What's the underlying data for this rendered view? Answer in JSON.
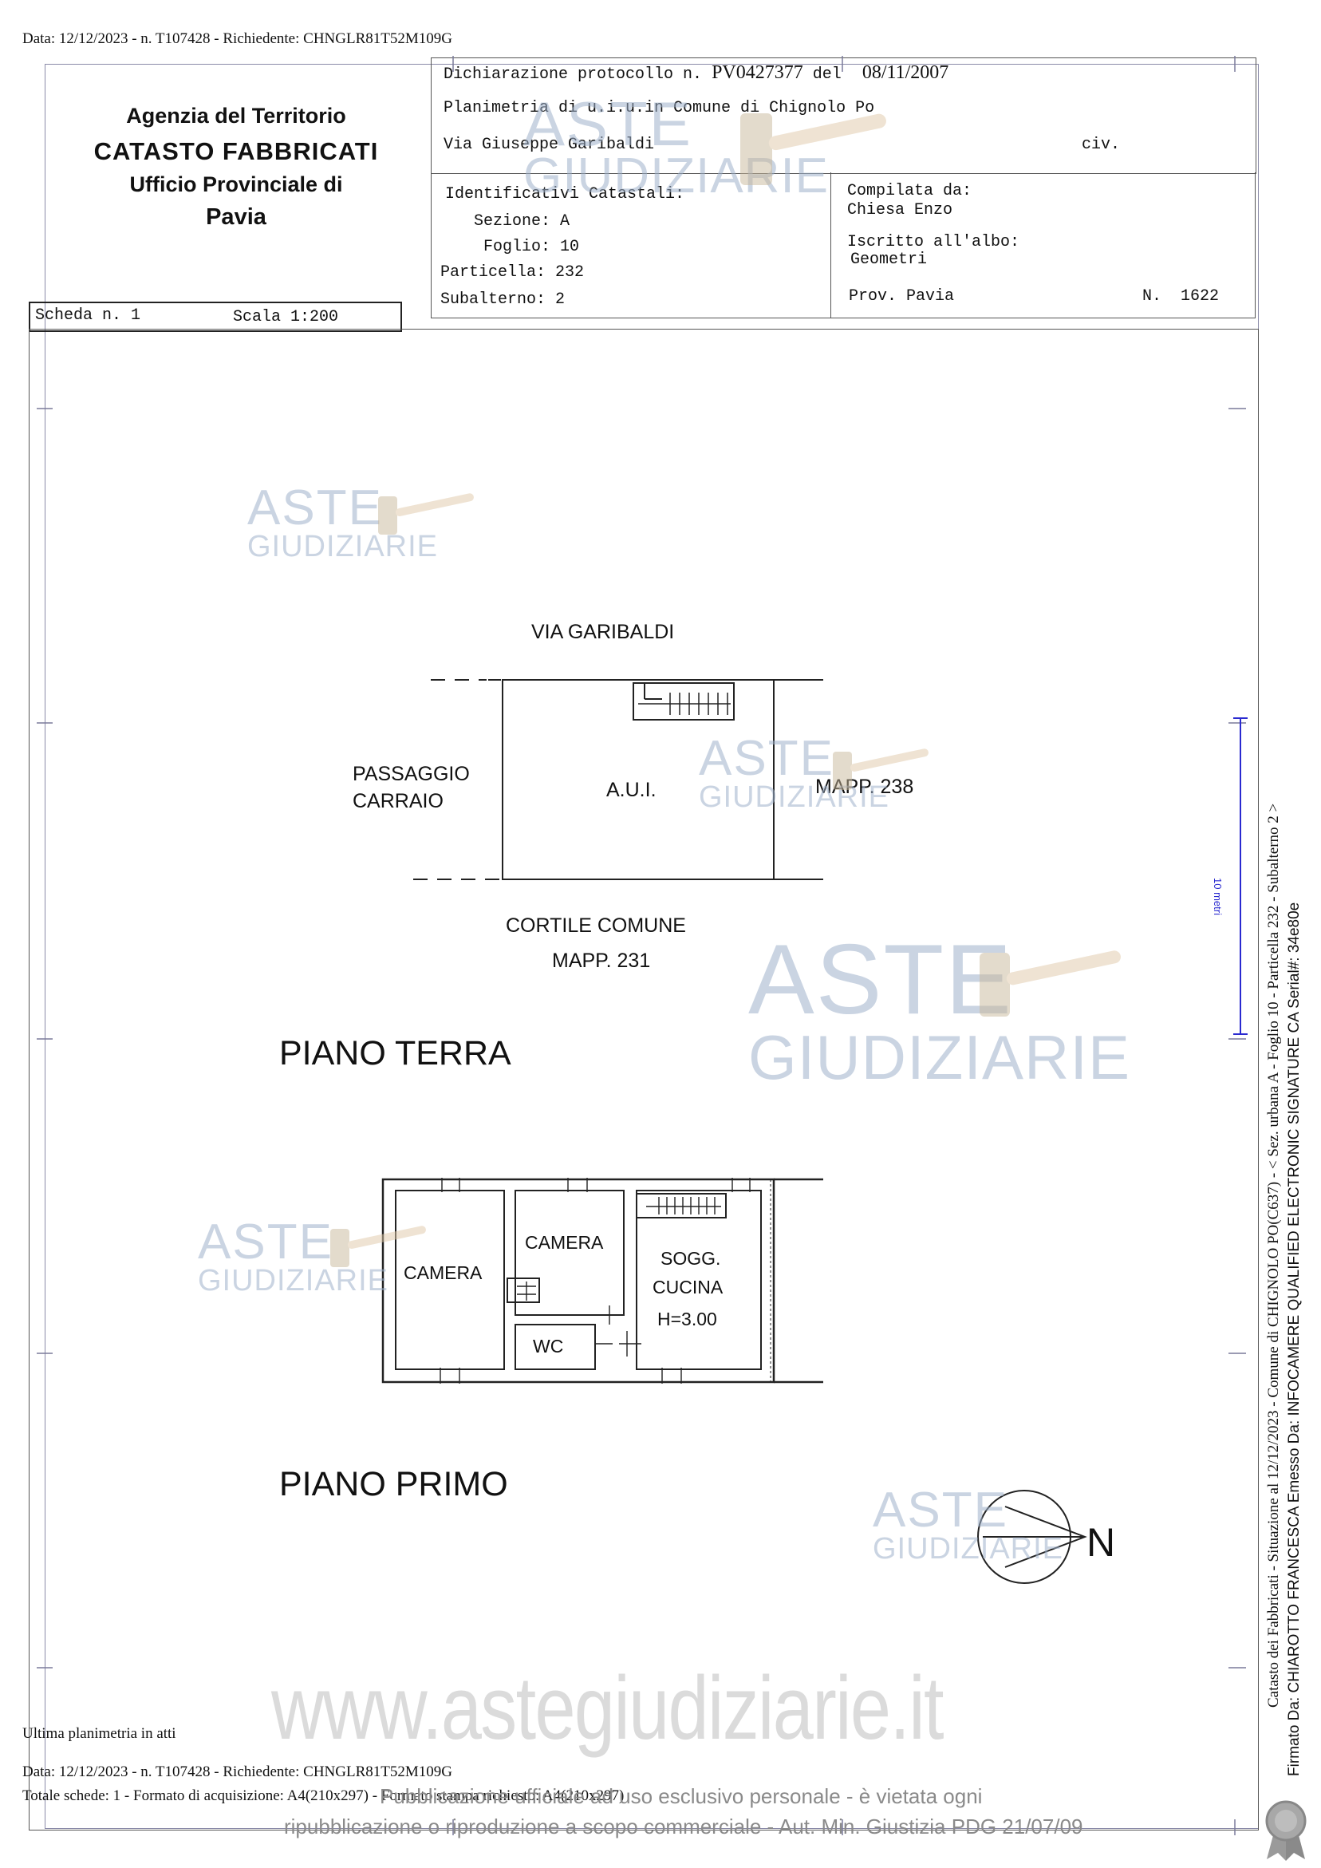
{
  "top_line": "Data: 12/12/2023 - n. T107428 - Richiedente: CHNGLR81T52M109G",
  "agency": {
    "line1": "Agenzia del Territorio",
    "line2": "CATASTO FABBRICATI",
    "line3": "Ufficio Provinciale di",
    "line4": "Pavia"
  },
  "declaration": {
    "label": "Dichiarazione protocollo n.",
    "number": "PV0427377",
    "del_label": "del",
    "date": "08/11/2007",
    "plan_line": "Planimetria di u.i.u.in Comune di Chignolo Po",
    "address": "Via Giuseppe Garibaldi",
    "civ": "civ."
  },
  "identifiers": {
    "title": "Identificativi Catastali:",
    "sezione": "Sezione: A",
    "foglio": "Foglio: 10",
    "particella": "Particella: 232",
    "subalterno": "Subalterno: 2"
  },
  "compiler": {
    "label": "Compilata da:",
    "name": "Chiesa Enzo",
    "albo_label": "Iscritto all'albo:",
    "albo": "Geometri",
    "prov": "Prov. Pavia",
    "n": "N.  1622"
  },
  "scheda": {
    "scheda": "Scheda n. 1",
    "scala": "Scala 1:200"
  },
  "plan": {
    "via": "VIA GARIBALDI",
    "passaggio_1": "PASSAGGIO",
    "passaggio_2": "CARRAIO",
    "aui": "A.U.I.",
    "mapp238": "MAPP. 238",
    "cortile": "CORTILE COMUNE",
    "mapp231": "MAPP. 231",
    "piano_terra": "PIANO TERRA",
    "camera1": "CAMERA",
    "camera2": "CAMERA",
    "sogg": "SOGG.",
    "cucina": "CUCINA",
    "height": "H=3.00",
    "wc": "WC",
    "piano_primo": "PIANO PRIMO",
    "north": "N"
  },
  "watermark": {
    "aste": "ASTE",
    "giudiziarie": "GIUDIZIARIE",
    "url": "www.astegiudiziarie.it"
  },
  "side_text": {
    "line1": "Catasto dei Fabbricati - Situazione al 12/12/2023 - Comune di CHIGNOLO PO(C637) - < Sez. urbana A - Foglio 10 - Particella 232 - Subalterno 2 >",
    "line2": "Firmato Da: CHIAROTTO FRANCESCA Emesso Da: INFOCAMERE QUALIFIED ELECTRONIC SIGNATURE CA Serial#: 34e80e",
    "blue_mark": "10 metri"
  },
  "bottom": {
    "ultima": "Ultima planimetria in atti",
    "data_line": "Data: 12/12/2023 - n. T107428 - Richiedente: CHNGLR81T52M109G",
    "totale": "Totale schede: 1 - Formato di acquisizione: A4(210x297) - Formato stampa richiesto: A4(210x297)",
    "pub1": "Pubblicazione ufficiale ad uso esclusivo personale - è vietata ogni",
    "pub2": "ripubblicazione o riproduzione a scopo commerciale - Aut. Min. Giustizia PDG 21/07/09"
  }
}
